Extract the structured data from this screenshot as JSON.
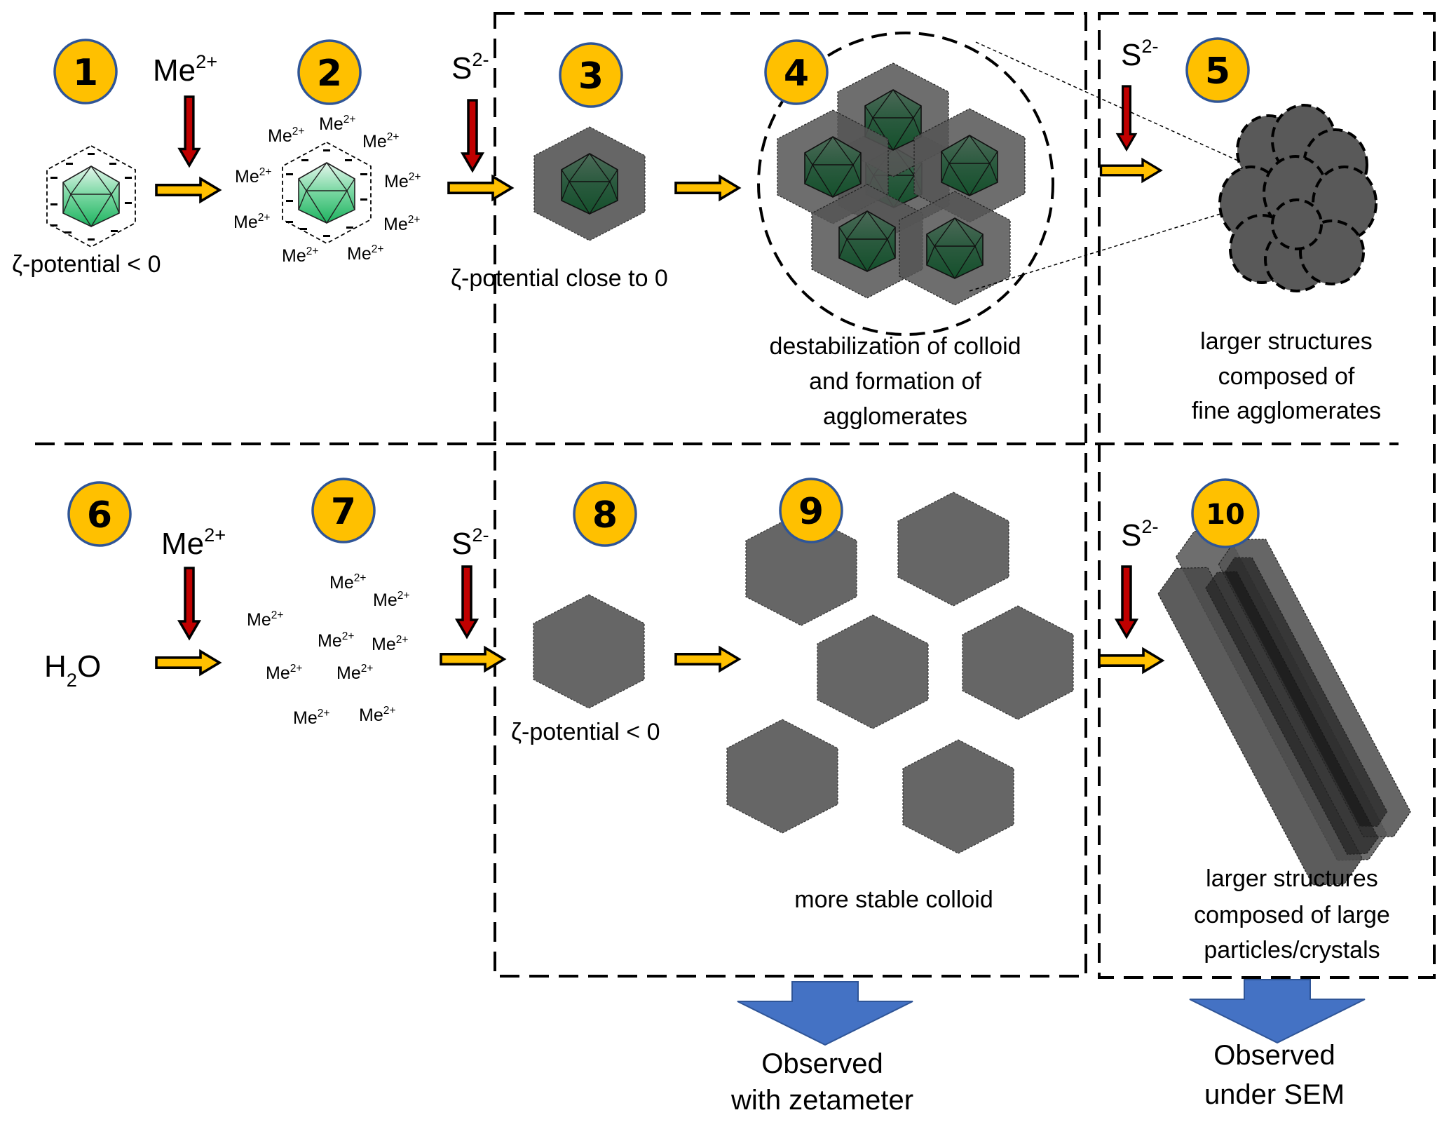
{
  "diagram": {
    "colors": {
      "step_badge_fill": "#FFC000",
      "step_badge_stroke": "#2F5597",
      "reagent_arrow": "#C00000",
      "process_arrow": "#FFC000",
      "observation_arrow": "#4472C4",
      "particle_shell": "#666666",
      "icosahedron_light": "#2ECC71",
      "icosahedron_dark": "#1E5631"
    },
    "top_row": {
      "step1": {
        "badge": "1",
        "label": "ζ-potential < 0"
      },
      "reagent1": {
        "base": "Me",
        "charge": "2+"
      },
      "step2": {
        "badge": "2",
        "ions": [
          "Me",
          "Me",
          "Me",
          "Me",
          "Me",
          "Me",
          "Me",
          "Me",
          "Me"
        ],
        "ion_charge": "2+"
      },
      "reagent2": {
        "base": "S",
        "charge": "2-"
      },
      "step3": {
        "badge": "3",
        "label": "ζ-potential close to 0"
      },
      "step4": {
        "badge": "4",
        "caption": [
          "destabilization of colloid",
          "and formation of",
          "agglomerates"
        ]
      },
      "reagent3": {
        "base": "S",
        "charge": "2-"
      },
      "step5": {
        "badge": "5",
        "caption": [
          "larger structures",
          "composed of",
          "fine agglomerates"
        ]
      }
    },
    "bottom_row": {
      "start": {
        "base": "H",
        "sub": "2",
        "tail": "O"
      },
      "step6": {
        "badge": "6"
      },
      "reagent1": {
        "base": "Me",
        "charge": "2+"
      },
      "step7": {
        "badge": "7",
        "ions": [
          "Me",
          "Me",
          "Me",
          "Me",
          "Me",
          "Me",
          "Me",
          "Me",
          "Me"
        ],
        "ion_charge": "2+"
      },
      "reagent2": {
        "base": "S",
        "charge": "2-"
      },
      "step8": {
        "badge": "8",
        "label": "ζ-potential < 0"
      },
      "step9": {
        "badge": "9",
        "caption": "more stable colloid"
      },
      "reagent3": {
        "base": "S",
        "charge": "2-"
      },
      "step10": {
        "badge": "10",
        "caption": [
          "larger structures",
          "composed of large",
          "particles/crystals"
        ]
      }
    },
    "observations": {
      "zetameter": [
        "Observed",
        "with zetameter"
      ],
      "sem": [
        "Observed",
        "under SEM"
      ]
    }
  }
}
